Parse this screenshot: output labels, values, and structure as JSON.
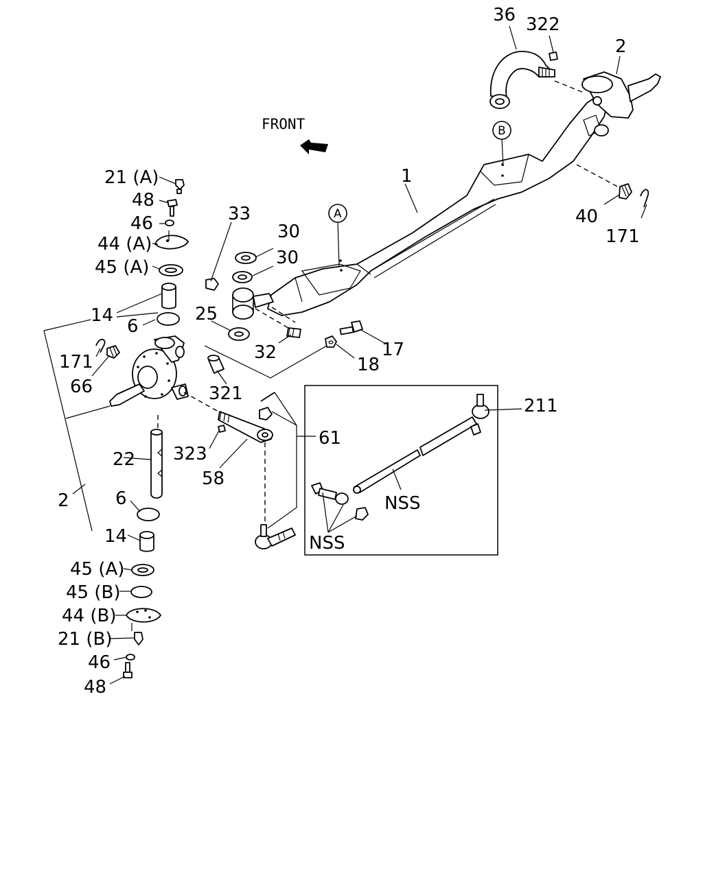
{
  "front_label": "FRONT",
  "callouts": {
    "c_36": "36",
    "c_322": "322",
    "c_2_top": "2",
    "c_B": "B",
    "c_1": "1",
    "c_A": "A",
    "c_40": "40",
    "c_171_right": "171",
    "c_21A": "21 (A)",
    "c_48_top": "48",
    "c_46_top": "46",
    "c_44A": "44 (A)",
    "c_45A_top": "45 (A)",
    "c_33": "33",
    "c_30_a": "30",
    "c_30_b": "30",
    "c_14_top": "14",
    "c_6_top": "6",
    "c_25": "25",
    "c_32": "32",
    "c_17": "17",
    "c_18": "18",
    "c_171_left": "171",
    "c_66": "66",
    "c_321": "321",
    "c_211": "211",
    "c_61": "61",
    "c_323": "323",
    "c_58": "58",
    "c_22": "22",
    "c_2_left": "2",
    "c_NSS_1": "NSS",
    "c_NSS_2": "NSS",
    "c_6_bottom": "6",
    "c_14_bottom": "14",
    "c_45A_bottom": "45 (A)",
    "c_45B": "45 (B)",
    "c_44B": "44 (B)",
    "c_21B": "21 (B)",
    "c_46_bottom": "46",
    "c_48_bottom": "48"
  }
}
